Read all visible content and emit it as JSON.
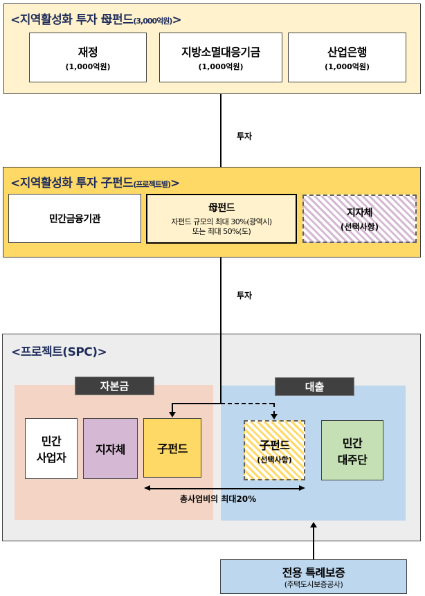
{
  "colors": {
    "mother_panel_bg": "#fff2cc",
    "child_panel_bg": "#ffd966",
    "project_panel_bg": "#ededed",
    "equity_area_bg": "#f4d5c5",
    "loan_area_bg": "#bdd7ee",
    "local_gov_bg": "#d5b8d3",
    "child_fund_bg": "#ffd966",
    "private_lenders_bg": "#c5e0b4",
    "guarantee_bg": "#bdd7ee",
    "title_color": "#1f2d5c",
    "tag_bg": "#404040"
  },
  "mother_fund": {
    "title": "<지역활성화 투자 母펀드",
    "title_small": "(3,000억원)",
    "title_end": ">",
    "sources": [
      {
        "name": "재정",
        "amount": "(1,000억원)"
      },
      {
        "name": "지방소멸대응기금",
        "amount": "(1,000억원)"
      },
      {
        "name": "산업은행",
        "amount": "(1,000억원)"
      }
    ]
  },
  "flow_label_1": "투자",
  "child_fund": {
    "title": "<지역활성화 투자 子펀드",
    "title_small": "(프로젝트별)",
    "title_end": ">",
    "private_finance": "민간금융기관",
    "mother_fund_box": {
      "name": "母펀드",
      "line1": "자펀드 규모의 최대 30%(광역시)",
      "line2": "또는 최대 50%(도)"
    },
    "local_gov": {
      "name": "지자체",
      "note": "(선택사항)"
    }
  },
  "flow_label_2": "투자",
  "project": {
    "title": "<프로젝트(SPC)>",
    "equity": {
      "tag": "자본금",
      "items": [
        {
          "line1": "민간",
          "line2": "사업자"
        },
        {
          "line1": "지자체"
        },
        {
          "line1": "子펀드"
        }
      ]
    },
    "loan": {
      "tag": "대출",
      "child_fund": {
        "name": "子펀드",
        "note": "(선택사항)"
      },
      "private_lenders": {
        "line1": "민간",
        "line2": "대주단"
      }
    },
    "limit_label": "총사업비의 최대20%"
  },
  "guarantee": {
    "name": "전용 특례보증",
    "provider": "(주택도시보증공사)"
  }
}
